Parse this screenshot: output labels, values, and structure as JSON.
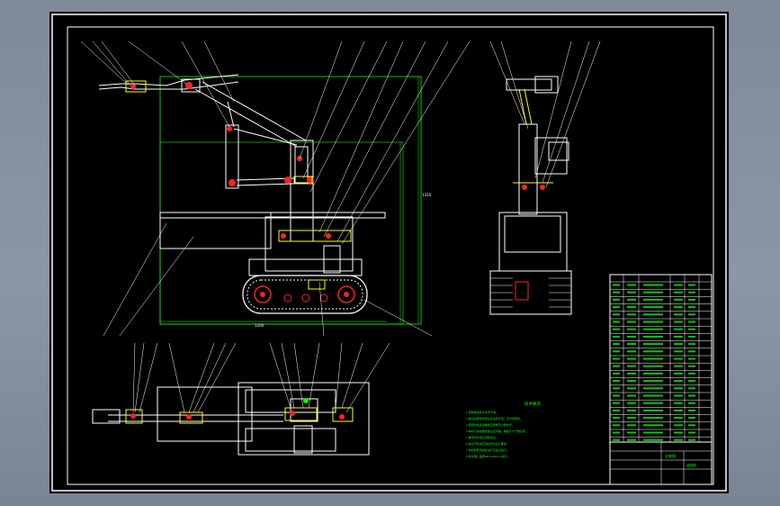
{
  "drawing": {
    "notes_title": "技术要求",
    "notes": [
      "1.装配前零件应清洗干净。",
      "2.各运动部件装配后应运转灵活，无卡滞现象。",
      "3.装配时各连接螺栓应按规定力矩拧紧。",
      "4.电机与减速器安装后应同轴，偏差不大于规定值。",
      "5.履带张紧度应调整适当。",
      "6.各关节转动范围应符合设计要求。",
      "7.整机装配完成后进行空载试运行。",
      "8.未注明公差按GB/T1804-m执行。"
    ],
    "dimension_labels": {
      "overall_width": "1200",
      "overall_height": "1310"
    },
    "title_block": {
      "title": "总装图",
      "drawing_no": "装配图"
    },
    "colors": {
      "sheet": "#000000",
      "outline": "#ffffff",
      "frame": "#00ff00",
      "parts": "#ff2a2a",
      "highlight": "#ffff00",
      "notes": "#00ff00"
    }
  }
}
